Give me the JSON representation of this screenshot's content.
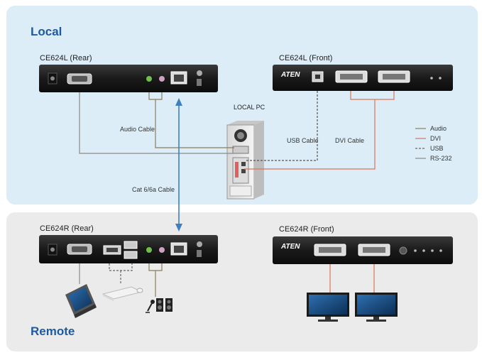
{
  "sections": {
    "local": "Local",
    "remote": "Remote"
  },
  "devices": {
    "local_rear": "CE624L (Rear)",
    "local_front": "CE624L (Front)",
    "remote_rear": "CE624R (Rear)",
    "remote_front": "CE624R (Front)",
    "local_pc": "LOCAL PC",
    "brand": "ATEN"
  },
  "cables": {
    "audio": "Audio Cable",
    "usb": "USB Cable",
    "dvi": "DVI Cable",
    "cat": "Cat 6/6a Cable"
  },
  "legend": [
    {
      "label": "Audio",
      "color": "#8b7d5a",
      "style": "solid"
    },
    {
      "label": "DVI",
      "color": "#d9755a",
      "style": "solid"
    },
    {
      "label": "USB",
      "color": "#666666",
      "style": "dashed"
    },
    {
      "label": "RS-232",
      "color": "#8a8a8a",
      "style": "solid"
    }
  ],
  "colors": {
    "local_bg": "#dcedf8",
    "remote_bg": "#ebebeb",
    "cat_cable": "#3f7fbf",
    "dvi_cable": "#d9755a",
    "audio_cable": "#8b7d5a",
    "rs232_cable": "#8a8a8a"
  }
}
